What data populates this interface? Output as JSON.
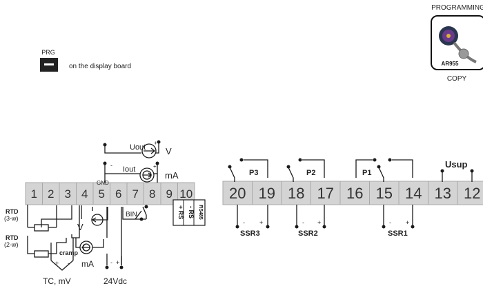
{
  "programming_label": "PROGRAMMING",
  "device_label": "AR955",
  "copy_label": "COPY",
  "prg_key_label": "PRG",
  "prg_note": "on the display board",
  "left_block": {
    "terminals": [
      "1",
      "2",
      "3",
      "4",
      "5",
      "6",
      "7",
      "8",
      "9",
      "10"
    ],
    "gnd_label": "GND",
    "uout_label": "Uout",
    "v_label": "V",
    "iout_label": "Iout",
    "ma_label": "mA",
    "rtd3_label": "RTD",
    "rtd3_sub": "(3-w)",
    "rtd2_label": "RTD",
    "rtd2_sub": "(2-w)",
    "cramp_label": "cramp",
    "v_in_label": "V",
    "ma_in_label": "mA",
    "bin_label": "BIN",
    "tc_label": "TC, mV",
    "vdc_label": "24Vdc",
    "rs_plus": "+ RS",
    "rs_minus": "- RS",
    "rs485": "RS485",
    "plus": "+",
    "minus": "-"
  },
  "right_block": {
    "terminals": [
      "20",
      "19",
      "18",
      "17",
      "16",
      "15",
      "14",
      "13",
      "12"
    ],
    "p3_label": "P3",
    "p2_label": "P2",
    "p1_label": "P1",
    "usup_label": "Usup",
    "ssr3_label": "SSR3",
    "ssr2_label": "SSR2",
    "ssr1_label": "SSR1"
  },
  "colors": {
    "terminal_fill": "#d4d4d4",
    "terminal_stroke": "#a8a8a8",
    "line": "#1a1a1a",
    "text": "#222222"
  }
}
